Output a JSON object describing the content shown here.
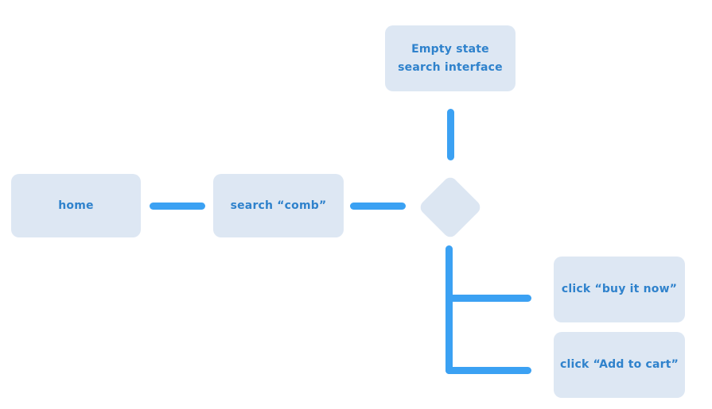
{
  "diagram": {
    "type": "user-flow",
    "colors": {
      "background": "#ffffff",
      "node_fill": "#dde7f3",
      "diamond_fill": "#dce6f2",
      "node_text": "#2f82cc",
      "connector": "#3ba1f3"
    },
    "nodes": {
      "empty_state": {
        "label": "Empty state search interface",
        "lines": [
          "Empty state",
          "search interface"
        ]
      },
      "home": {
        "label": "home"
      },
      "search": {
        "label": "search “comb”"
      },
      "decision": {
        "label": ""
      },
      "buy_now": {
        "label": "click “buy it now”"
      },
      "add_cart": {
        "label": "click “Add to cart”"
      }
    },
    "edges": [
      {
        "from": "home",
        "to": "search"
      },
      {
        "from": "search",
        "to": "decision"
      },
      {
        "from": "decision",
        "to": "empty_state"
      },
      {
        "from": "decision",
        "to": "buy_now"
      },
      {
        "from": "decision",
        "to": "add_cart"
      }
    ]
  }
}
